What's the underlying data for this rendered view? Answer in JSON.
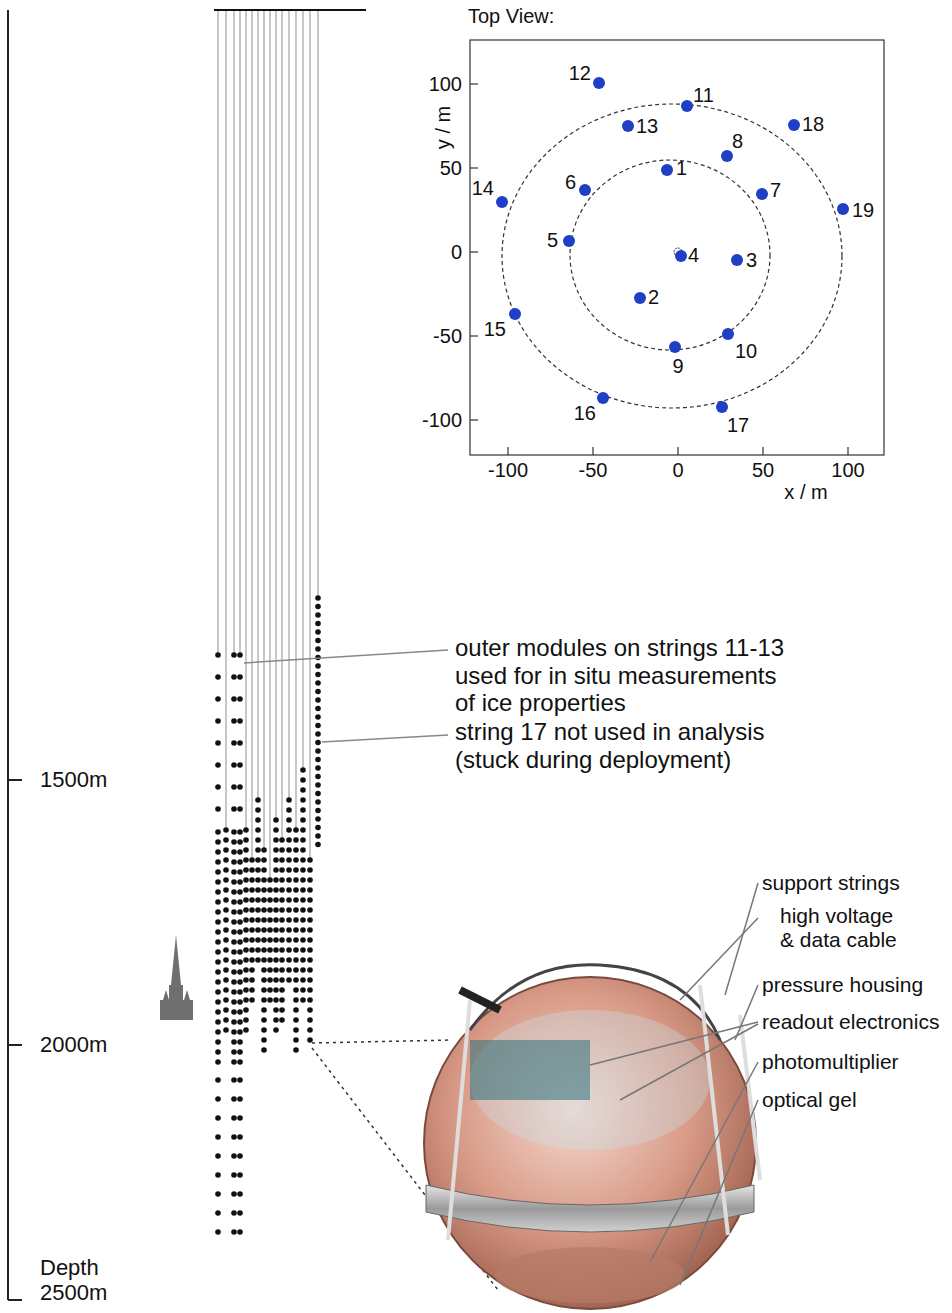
{
  "diagram": {
    "labels": [
      "Top View:",
      "100",
      "50",
      "0",
      "-50",
      "-100",
      "-100",
      "-50",
      "0",
      "50",
      "100",
      "y / m",
      "x / m",
      "1",
      "2",
      "3",
      "4",
      "5",
      "6",
      "7",
      "8",
      "9",
      "10",
      "11",
      "12",
      "13",
      "14",
      "15",
      "16",
      "17",
      "18",
      "19",
      "outer modules on strings 11-13 used for in situ measurements of ice properties",
      "string 17 not used in analysis (stuck during deployment)",
      "1500m",
      "2000m",
      "Depth",
      "2500m",
      "support strings",
      "high voltage & data cable",
      "pressure housing",
      "readout electronics",
      "photomultiplier",
      "optical gel"
    ]
  }
}
